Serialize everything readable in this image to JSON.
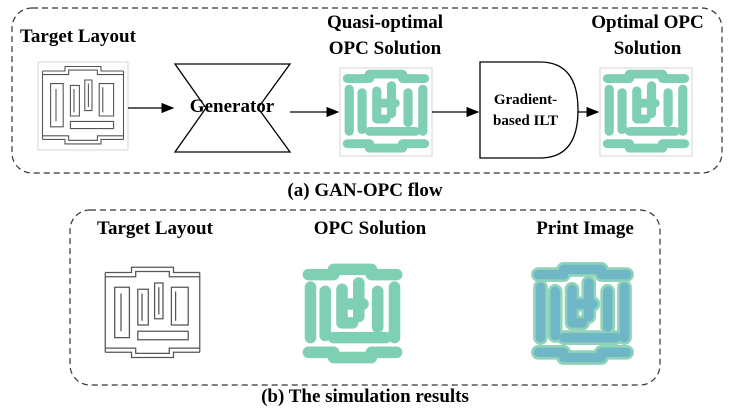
{
  "flow": {
    "target_label": "Target Layout",
    "quasi_label_line1": "Quasi-optimal",
    "quasi_label_line2": "OPC Solution",
    "optimal_label_line1": "Optimal OPC",
    "optimal_label_line2": "Solution",
    "generator_label": "Generator",
    "ilt_label_line1": "Gradient-",
    "ilt_label_line2": "based ILT",
    "caption": "(a) GAN-OPC flow"
  },
  "simulation": {
    "target_label": "Target Layout",
    "opc_label": "OPC Solution",
    "print_label": "Print Image",
    "caption": "(b) The simulation results"
  },
  "colors": {
    "opc_green": "#7fcfb3",
    "print_blue": "#6fb7c6",
    "print_green": "#8fd4b8"
  }
}
